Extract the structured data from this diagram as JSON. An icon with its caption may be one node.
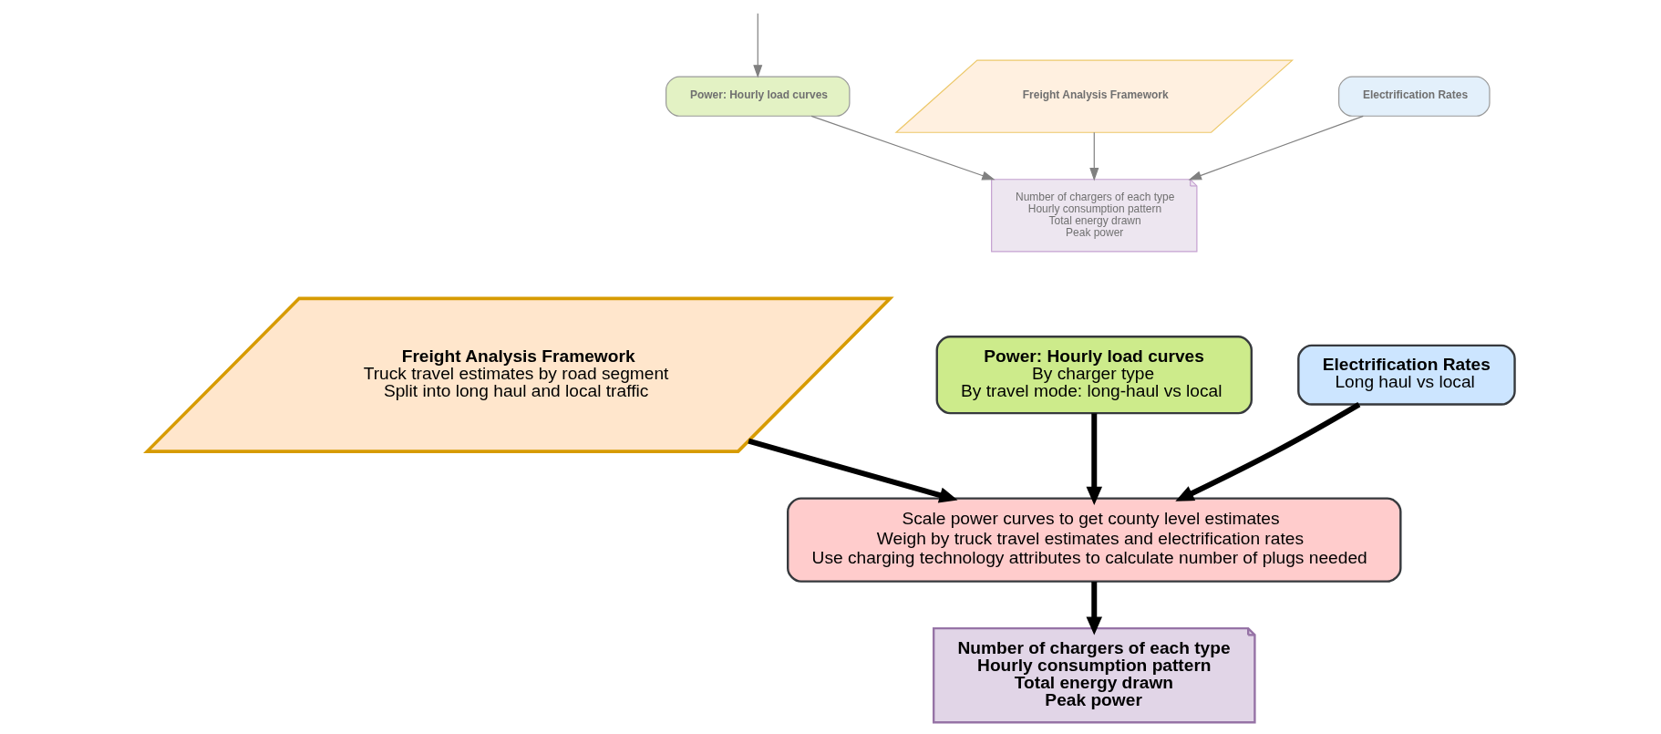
{
  "diagram": {
    "nodes": [
      {
        "text": [
          "Power: Hourly load curves"
        ]
      },
      {
        "text": [
          "Freight Analysis Framework"
        ]
      },
      {
        "text": [
          "Electrification Rates"
        ]
      },
      {
        "text": [
          "Number of chargers of each type",
          "Hourly consumption pattern",
          "Total energy drawn",
          "Peak power"
        ]
      },
      {
        "text": [
          "Freight Analysis Framework",
          "Truck travel estimates by road segment",
          "Split into long haul and local traffic"
        ]
      },
      {
        "text": [
          "Power: Hourly load curves",
          "By charger type",
          "By travel mode: long-haul vs local"
        ]
      },
      {
        "text": [
          "Electrification Rates",
          "Long haul vs local"
        ]
      },
      {
        "text": [
          "Scale power curves to get county level estimates",
          "Weigh by truck travel estimates and electrification rates",
          "Use charging technology attributes to calculate number of plugs needed"
        ]
      },
      {
        "text": [
          "Number of chargers of each type",
          "Hourly consumption pattern",
          "Total energy drawn",
          "Peak power"
        ]
      }
    ],
    "edges": [
      {
        "from": null,
        "to": 0,
        "arrow": "to",
        "color": "#808080"
      },
      {
        "from": 0,
        "to": 3,
        "arrow": "to",
        "color": "#808080"
      },
      {
        "from": 1,
        "to": 3,
        "arrow": "to",
        "color": "#808080"
      },
      {
        "from": 2,
        "to": 3,
        "arrow": "to",
        "color": "#808080"
      },
      {
        "from": 4,
        "to": 7,
        "arrow": "to",
        "style": "thick",
        "color": "#000000"
      },
      {
        "from": 5,
        "to": 7,
        "arrow": "to",
        "style": "thick",
        "color": "#000000"
      },
      {
        "from": 6,
        "to": 7,
        "arrow": "to",
        "style": "thick",
        "color": "#000000"
      },
      {
        "from": 7,
        "to": 8,
        "arrow": "to",
        "style": "thick",
        "color": "#000000"
      }
    ]
  }
}
